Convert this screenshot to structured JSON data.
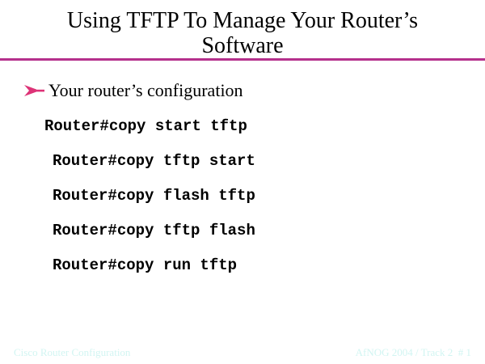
{
  "slide": {
    "title": "Using TFTP To Manage Your Router’s Software",
    "bullet": {
      "icon": "arrow-right-bullet",
      "label": "Your router’s configuration"
    },
    "code_lines": [
      "Router#copy start tftp",
      "Router#copy tftp start",
      "Router#copy flash tftp",
      "Router#copy tftp flash",
      "Router#copy run tftp"
    ],
    "footer": {
      "left": "Cisco Router Configuration",
      "right": "AfNOG 2004 / Track 2  # 1"
    },
    "colors": {
      "rule": "#b5308c",
      "bullet_arrow": "#dd3377",
      "footer_text": "#d2f5f2",
      "text": "#000000",
      "background": "#ffffff"
    }
  }
}
